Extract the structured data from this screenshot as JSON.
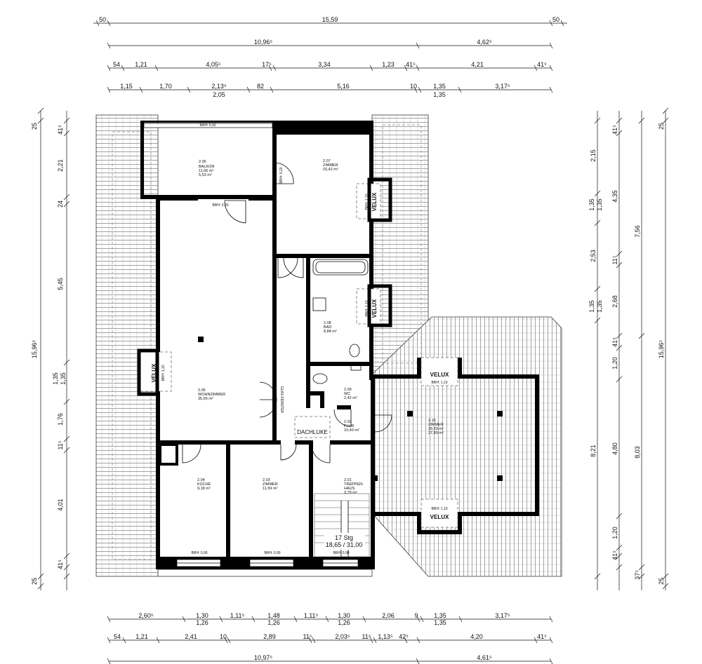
{
  "dimensions": {
    "top_row1": [
      "50",
      "15,59",
      "50"
    ],
    "top_row2": [
      "10,96⁵",
      "4,62⁵"
    ],
    "top_row3": [
      "54",
      "1,21",
      "4,05⁵",
      "17⁵",
      "3,34",
      "1,23",
      "41⁵",
      "4,21",
      "41⁵"
    ],
    "top_row4": [
      "1,15",
      "1,70",
      "2,13⁵",
      "82",
      "5,16",
      "10",
      "1,35",
      "3,17⁵"
    ],
    "top_row4_sub": [
      "2,05",
      "1,35"
    ],
    "bottom_row1": [
      "2,60⁵",
      "1,30",
      "1,11⁵",
      "1,48",
      "1,11⁵",
      "1,30",
      "2,06",
      "9",
      "1,35",
      "3,17⁵"
    ],
    "bottom_row1_sub": [
      "1,26",
      "1,26",
      "1,26",
      "1,35"
    ],
    "bottom_row2": [
      "54",
      "1,21",
      "2,41",
      "10",
      "2,89",
      "11⁵",
      "2,03⁵",
      "11⁵",
      "1,13⁵",
      "42⁵",
      "4,20",
      "41⁵"
    ],
    "bottom_row3": [
      "10,97⁵",
      "4,61⁵"
    ],
    "left_outer": [
      "25",
      "15,96⁵",
      "25"
    ],
    "left_inner": [
      "41⁵",
      "2,21",
      "24",
      "5,45",
      "1,35",
      "1,35",
      "1,76",
      "11⁵",
      "4,01",
      "41⁵"
    ],
    "right_a": [
      "2,15",
      "1,35",
      "1,35",
      "2,53",
      "1,35",
      "1,35",
      "8,21"
    ],
    "right_b": [
      "41⁵",
      "4,35",
      "11⁵",
      "2,68",
      "41⁵",
      "1,20",
      "4,80",
      "1,20",
      "41⁵"
    ],
    "right_c": [
      "7,56",
      "8,03",
      "37⁵"
    ],
    "right_outer": [
      "25",
      "15,96⁵",
      "25"
    ]
  },
  "rooms": {
    "balkon": {
      "number": "2.06",
      "name": "BALKON",
      "area1": "11,06 m²",
      "area2": "5,53 m²"
    },
    "zimmer207": {
      "number": "2.07",
      "name": "ZIMMER",
      "area": "15,42 m²"
    },
    "wohnzimmer": {
      "number": "2.05",
      "name": "WOHNZIMMER",
      "area": "35,56 m²"
    },
    "bad": {
      "number": "2.08",
      "name": "BAD",
      "area": "8,84 m²"
    },
    "wc": {
      "number": "2.09",
      "name": "WC",
      "area": "2,42 m²"
    },
    "flur": {
      "number": "2.02",
      "name": "FLUR",
      "area": "10,40 m²"
    },
    "zimmer210": {
      "number": "2.10",
      "name": "ZIMMER",
      "area1": "29,33 m²",
      "area2": "27,89 m²"
    },
    "kueche": {
      "number": "2.04",
      "name": "KÜCHE",
      "area": "9,18 m²"
    },
    "zimmer203": {
      "number": "2.03",
      "name": "ZIMMER",
      "area": "11,59 m²"
    },
    "treppenhaus": {
      "number": "2.01",
      "name1": "TREPPEN-",
      "name2": "HAUS",
      "area": "3,79 m²"
    }
  },
  "labels": {
    "velux": "VELUX",
    "brh_110": "BRH: 1,10",
    "brh_090": "BRH: 0,90",
    "brh_020": "BRH: 0,20",
    "dachluke": "DACHLUKE",
    "stair_count": "17 Stg",
    "stair_dims": "18,65 / 31,00",
    "glass_door": "GLAS-FENSTER"
  }
}
